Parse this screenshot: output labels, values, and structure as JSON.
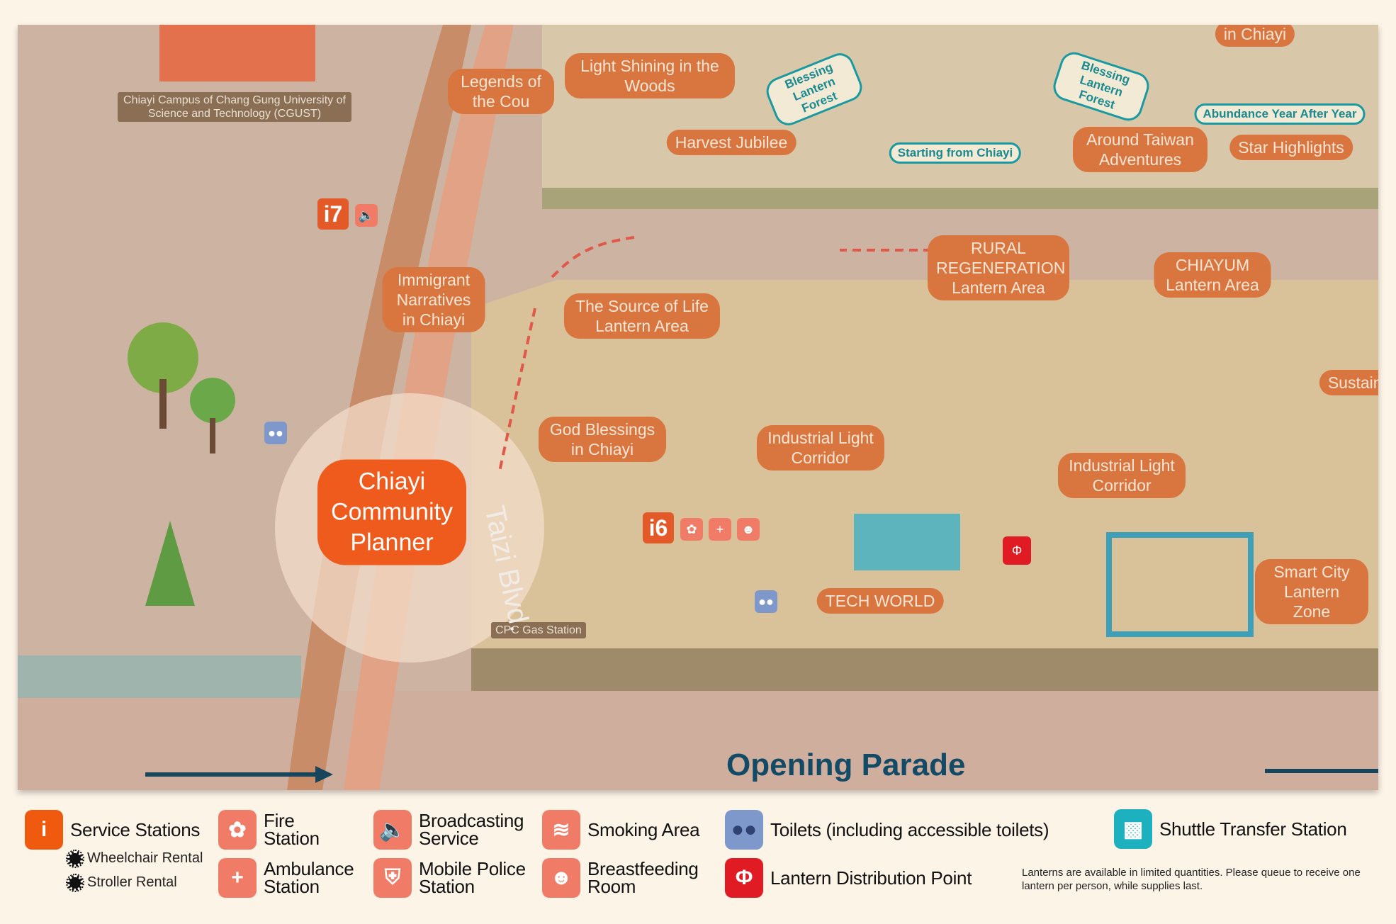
{
  "map": {
    "campus_label": "Chiayi Campus of Chang Gung University of Science and Technology (CGUST)",
    "gas_station_label": "CPC Gas Station",
    "road_label": "Taizi Blvd.",
    "parade_label": "Opening Parade",
    "service_stations": [
      "i7",
      "i6"
    ],
    "featured_label": "Chiayi Community Planner",
    "areas": [
      {
        "id": "legends-cou",
        "text": "Legends of the Cou"
      },
      {
        "id": "light-woods",
        "text": "Light Shining in the Woods"
      },
      {
        "id": "harvest",
        "text": "Harvest Jubilee"
      },
      {
        "id": "in-chiayi",
        "text": "in Chiayi"
      },
      {
        "id": "around-taiwan",
        "text": "Around Taiwan Adventures"
      },
      {
        "id": "star",
        "text": "Star Highlights"
      },
      {
        "id": "rural",
        "text": "RURAL REGENERATION Lantern Area"
      },
      {
        "id": "chiayum",
        "text": "CHIAYUM Lantern Area"
      },
      {
        "id": "sustain",
        "text": "Sustainab"
      },
      {
        "id": "immigrant",
        "text": "Immigrant Narratives in Chiayi"
      },
      {
        "id": "source",
        "text": "The Source of Life Lantern Area"
      },
      {
        "id": "god",
        "text": "God Blessings in Chiayi"
      },
      {
        "id": "ind1",
        "text": "Industrial Light Corridor"
      },
      {
        "id": "ind2",
        "text": "Industrial Light Corridor"
      },
      {
        "id": "tech",
        "text": "TECH WORLD"
      },
      {
        "id": "smart",
        "text": "Smart City Lantern Zone"
      }
    ],
    "sub_areas": [
      "Blessing Lantern Forest",
      "Blessing Lantern Forest",
      "Starting from Chiayi",
      "Abundance Year After Year"
    ]
  },
  "legend": {
    "service": "Service Stations",
    "wheelchair": "Wheelchair Rental",
    "stroller": "Stroller Rental",
    "fire": "Fire Station",
    "ambulance": "Ambulance Station",
    "broadcast": "Broadcasting Service",
    "police": "Mobile Police Station",
    "smoking": "Smoking Area",
    "breastfeeding": "Breastfeeding Room",
    "toilets": "Toilets (including accessible toilets)",
    "shuttle": "Shuttle Transfer Station",
    "lantern": "Lantern Distribution Point",
    "note": "Lanterns are available in limited quantities. Please queue to receive one lantern per person, while supplies last."
  },
  "colors": {
    "service": "#f05a0f",
    "facility": "#f07c67",
    "toilet": "#7f98cc",
    "shuttle": "#1db1bf",
    "lantern": "#e01b24"
  }
}
